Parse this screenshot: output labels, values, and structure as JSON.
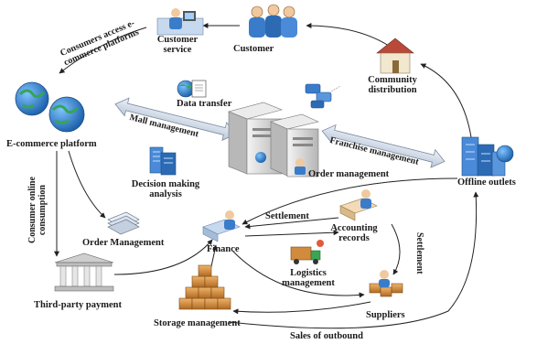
{
  "nodes": {
    "customer": "Customer",
    "customer_service_1": "Customer",
    "customer_service_2": "service",
    "data_transfer": "Data transfer",
    "community_1": "Community",
    "community_2": "distribution",
    "ecommerce": "E-commerce platform",
    "decision_1": "Decision making",
    "decision_2": "analysis",
    "order_management_server": "Order management",
    "offline_outlets": "Offline outlets",
    "order_management_doc": "Order Management",
    "finance": "Finance",
    "accounting_1": "Accounting",
    "accounting_2": "records",
    "logistics_1": "Logistics",
    "logistics_2": "management",
    "third_party": "Third-party payment",
    "storage": "Storage management",
    "suppliers": "Suppliers"
  },
  "edges": {
    "consumers_access_1": "Consumers access e-",
    "consumers_access_2": "commerce platforms",
    "mall_management": "Mall management",
    "franchise_management": "Franchise management",
    "consumer_online_1": "Consumer online",
    "consumer_online_2": "consumption",
    "settlement_left": "Settlement",
    "settlement_right": "Settlement",
    "sales_outbound": "Sales of outbound"
  },
  "colors": {
    "arrow": "#222222",
    "band": "#dce4ef",
    "globe": "#2f7fc8",
    "server": "#dcdcdc",
    "box": "#d28a3c"
  }
}
